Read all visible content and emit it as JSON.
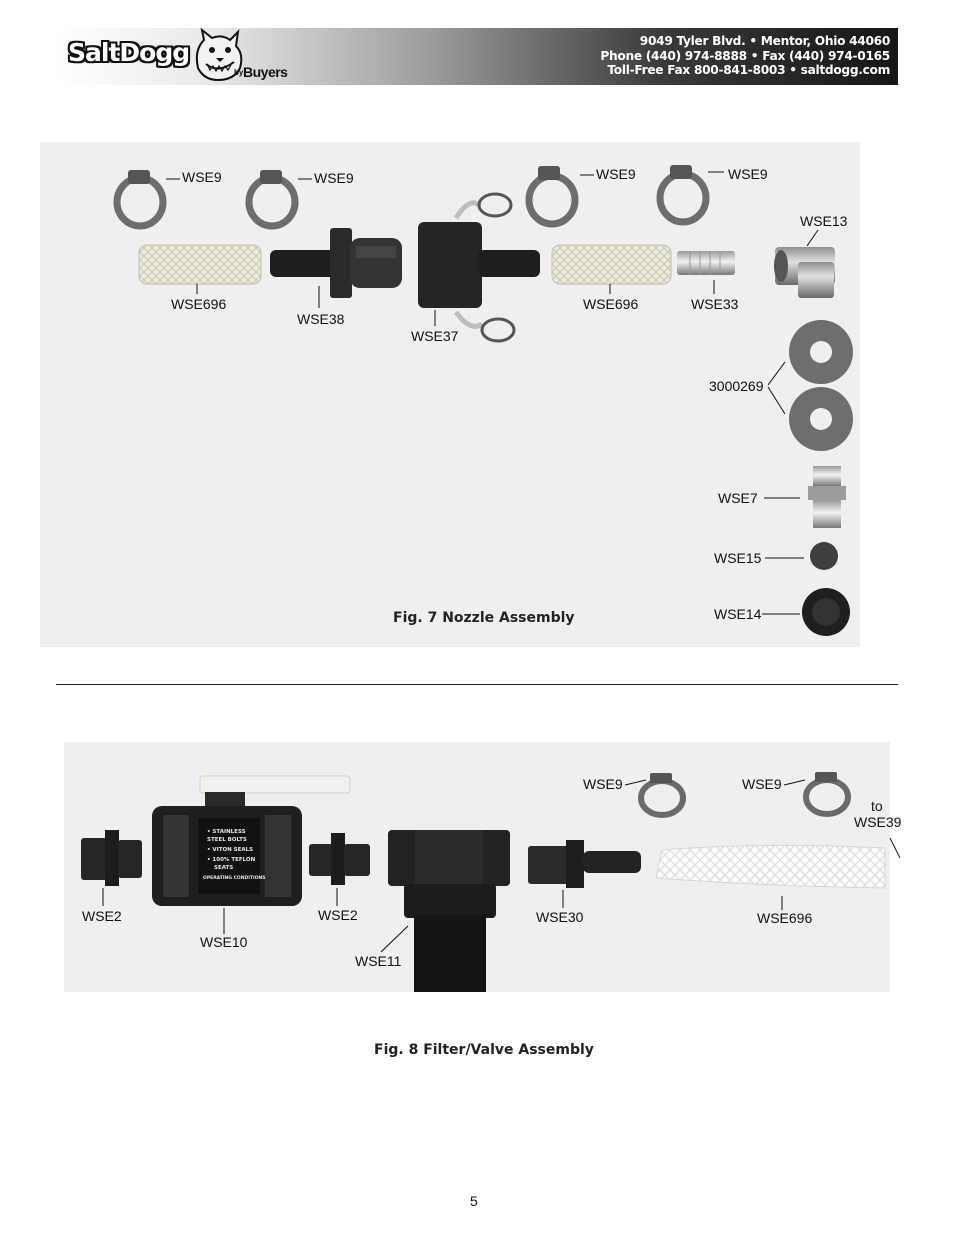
{
  "header": {
    "brand": "SaltDogg",
    "by": "by",
    "maker": "Buyers",
    "address_line1": "9049 Tyler Blvd. • Mentor, Ohio 44060",
    "address_line2": "Phone (440) 974-8888 • Fax (440) 974-0165",
    "address_line3": "Toll-Free Fax 800-841-8003 • saltdogg.com"
  },
  "fig7": {
    "caption": "Fig. 7  Nozzle Assembly",
    "labels": {
      "clamp1": "WSE9",
      "clamp2": "WSE9",
      "clamp3": "WSE9",
      "clamp4": "WSE9",
      "hose1": "WSE696",
      "adapter": "WSE38",
      "coupler": "WSE37",
      "hose2": "WSE696",
      "nipple": "WSE33",
      "elbow": "WSE13",
      "washers": "3000269",
      "hex_nipple": "WSE7",
      "disc": "WSE15",
      "cap": "WSE14"
    }
  },
  "fig8": {
    "caption": "Fig. 8  Filter/Valve Assembly",
    "labels": {
      "nipple_left": "WSE2",
      "valve": "WSE10",
      "nipple_right": "WSE2",
      "filter": "WSE11",
      "barb": "WSE30",
      "clamp1": "WSE9",
      "clamp2": "WSE9",
      "hose": "WSE696",
      "to": "to",
      "to_part": "WSE39"
    },
    "valve_text": [
      "• STAINLESS",
      "STEEL BOLTS",
      "• VITON SEALS",
      "• 100% TEFLON",
      "SEATS",
      "OPERATING CONDITIONS"
    ]
  },
  "page_number": "5"
}
